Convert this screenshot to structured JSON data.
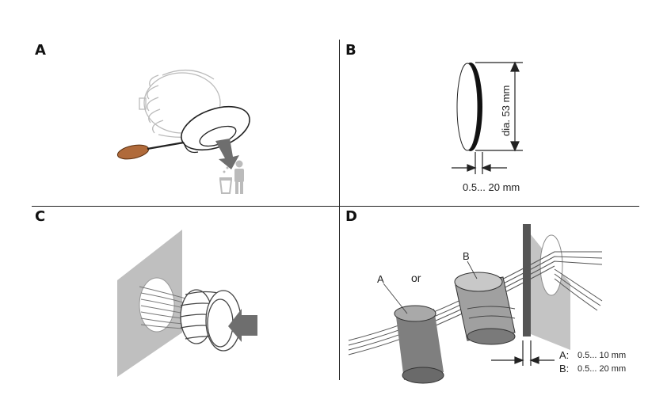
{
  "panels": {
    "a": {
      "letter": "A"
    },
    "b": {
      "letter": "B",
      "diameter_label": "dia. 53 mm",
      "thickness_label": "0.5... 20 mm"
    },
    "c": {
      "letter": "C"
    },
    "d": {
      "letter": "D",
      "label_a": "A",
      "label_or": "or",
      "label_b": "B",
      "legend_a_key": "A:",
      "legend_a_value": "0.5... 10 mm",
      "legend_b_key": "B:",
      "legend_b_value": "0.5... 20 mm"
    }
  },
  "colors": {
    "wall": "#bfbfbf",
    "arrow": "#6e6e6e",
    "ink": "#222222",
    "ring_metal": "#8a8a8a"
  }
}
